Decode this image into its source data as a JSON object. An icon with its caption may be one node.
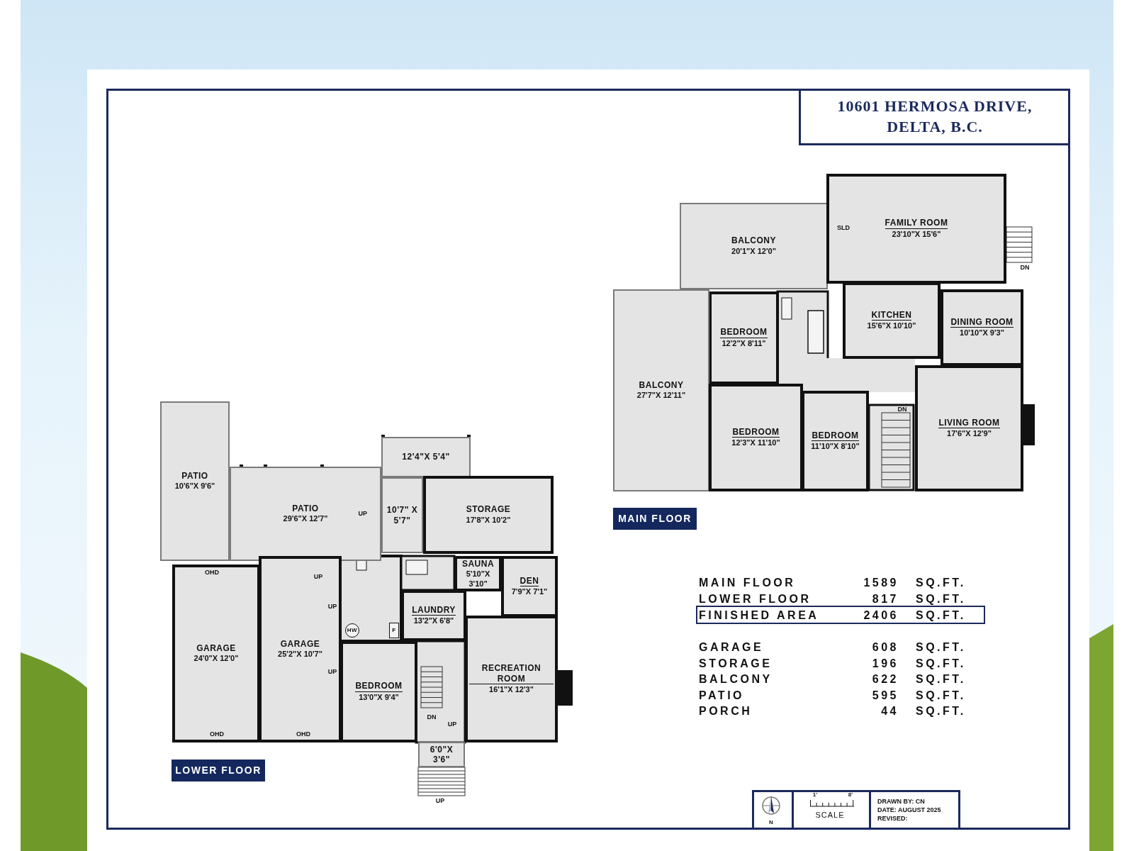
{
  "diagram": {
    "title": "10601 HERMOSA DRIVE, DELTA, B.C.",
    "nodes": [
      {
        "text": [
          "BALCONY",
          "20'1\"X 12'0\""
        ]
      },
      {
        "text": [
          "FAMILY ROOM",
          "23'10\"X 15'6\""
        ]
      },
      {
        "text": [
          "KITCHEN",
          "15'6\"X 10'10\""
        ]
      },
      {
        "text": [
          "BEDROOM",
          "12'2\"X 8'11\""
        ]
      },
      {
        "text": [
          "DINING ROOM",
          "10'10\"X 9'3\""
        ]
      },
      {
        "text": [
          "BALCONY",
          "27'7\"X 12'11\""
        ]
      },
      {
        "text": [
          "BEDROOM",
          "12'3\"X 11'10\""
        ]
      },
      {
        "text": [
          "BEDROOM",
          "11'10\"X 8'10\""
        ]
      },
      {
        "text": [
          "LIVING ROOM",
          "17'6\"X 12'9\""
        ]
      },
      {
        "text": [
          "MAIN FLOOR"
        ]
      },
      {
        "text": [
          "PATIO",
          "10'6\"X 9'6\""
        ]
      },
      {
        "text": [
          "12'4\"X 5'4\""
        ]
      },
      {
        "text": [
          "PATIO",
          "29'6\"X 12'7\""
        ]
      },
      {
        "text": [
          "10'7\" X 5'7\""
        ]
      },
      {
        "text": [
          "STORAGE",
          "17'8\"X 10'2\""
        ]
      },
      {
        "text": [
          "SAUNA",
          "5'10\"X 3'10\""
        ]
      },
      {
        "text": [
          "DEN",
          "7'9\"X 7'1\""
        ]
      },
      {
        "text": [
          "LAUNDRY",
          "13'2\"X 6'8\""
        ]
      },
      {
        "text": [
          "GARAGE",
          "24'0\"X 12'0\""
        ]
      },
      {
        "text": [
          "GARAGE",
          "25'2\"X 10'7\""
        ]
      },
      {
        "text": [
          "RECREATION ROOM",
          "16'1\"X 12'3\""
        ]
      },
      {
        "text": [
          "BEDROOM",
          "13'0\"X 9'4\""
        ]
      },
      {
        "text": [
          "6'0\"X 3'6\""
        ]
      },
      {
        "text": [
          "LOWER FLOOR"
        ]
      },
      {
        "text": [
          "HW"
        ]
      },
      {
        "text": [
          "F"
        ]
      }
    ],
    "labels": [
      "SLD",
      "DN",
      "DN",
      "UP",
      "OHD",
      "UP",
      "UP",
      "UP",
      "OHD",
      "OHD",
      "DN",
      "UP",
      "UP",
      "MAIN FLOOR",
      "1589",
      "SQ.FT.",
      "LOWER FLOOR",
      "817",
      "SQ.FT.",
      "FINISHED AREA",
      "2406",
      "SQ.FT.",
      "GARAGE",
      "608",
      "SQ.FT.",
      "STORAGE",
      "196",
      "SQ.FT.",
      "BALCONY",
      "622",
      "SQ.FT.",
      "PATIO",
      "595",
      "SQ.FT.",
      "PORCH",
      "44",
      "SQ.FT.",
      "N",
      "1'",
      "8'",
      "SCALE",
      "DRAWN BY: CN",
      "DATE: AUGUST 2025",
      "REVISED:"
    ]
  }
}
